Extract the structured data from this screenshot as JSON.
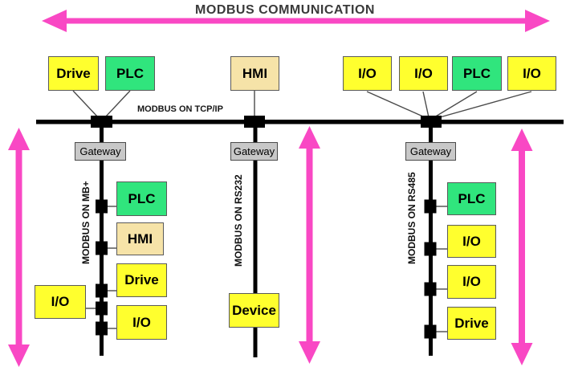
{
  "title": "MODBUS COMMUNICATION",
  "backbone": {
    "label": "MODBUS ON TCP/IP",
    "devices": [
      {
        "label": "Drive"
      },
      {
        "label": "PLC"
      },
      {
        "label": "HMI"
      },
      {
        "label": "I/O"
      },
      {
        "label": "I/O"
      },
      {
        "label": "PLC"
      },
      {
        "label": "I/O"
      }
    ]
  },
  "segments": [
    {
      "protocol_label": "MODBUS ON MB+",
      "gateway_label": "Gateway",
      "devices": [
        {
          "label": "PLC"
        },
        {
          "label": "HMI"
        },
        {
          "label": "Drive"
        },
        {
          "label": "I/O"
        }
      ],
      "side_device": {
        "label": "I/O"
      }
    },
    {
      "protocol_label": "MODBUS ON RS232",
      "gateway_label": "Gateway",
      "devices": [
        {
          "label": "Device"
        }
      ]
    },
    {
      "protocol_label": "MODBUS ON RS485",
      "gateway_label": "Gateway",
      "devices": [
        {
          "label": "PLC"
        },
        {
          "label": "I/O"
        },
        {
          "label": "I/O"
        },
        {
          "label": "Drive"
        }
      ]
    }
  ],
  "colors": {
    "arrow_pink": "#F948C4",
    "device_yellow": "#FFFF2E",
    "plc_green": "#30E57D",
    "hmi_tan": "#F6E3A8",
    "gateway_gray": "#C8C8C8",
    "bus_black": "#000000"
  }
}
